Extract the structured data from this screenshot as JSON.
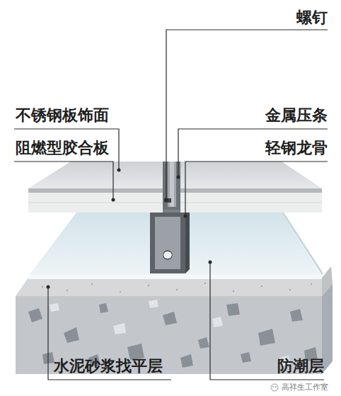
{
  "diagram": {
    "labels": [
      "螺钉",
      "不锈钢板饰面",
      "金属压条",
      "阻燃型胶合板",
      "轻钢龙骨",
      "水泥砂浆找平层",
      "防潮层",
      "高祥生工作室"
    ]
  }
}
